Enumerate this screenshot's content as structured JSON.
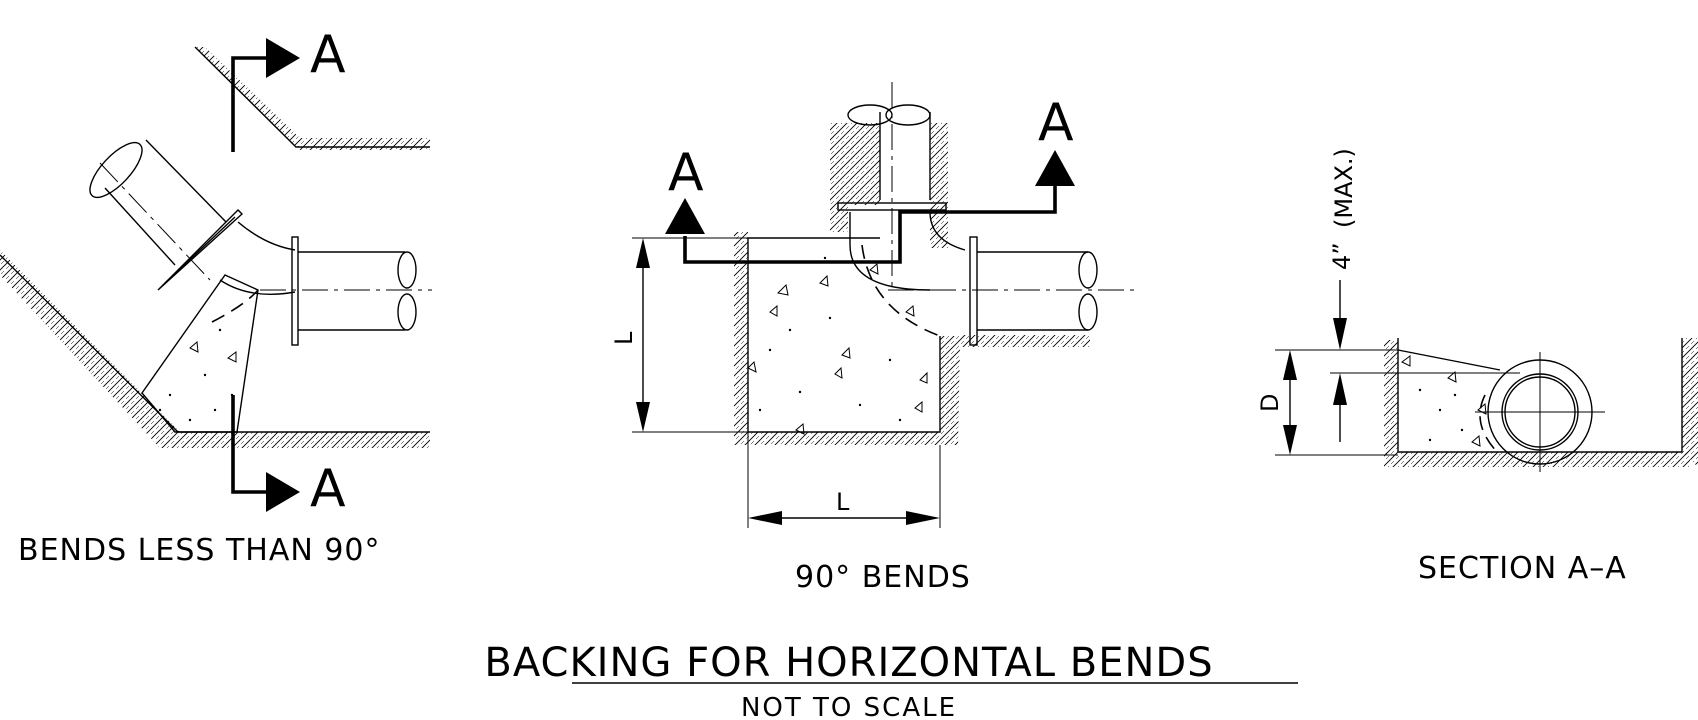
{
  "section_marks": {
    "left_top": "A",
    "left_bottom": "A",
    "center_left": "A",
    "center_right": "A"
  },
  "labels": {
    "view_left": "BENDS LESS THAN 90°",
    "view_center": "90° BENDS",
    "view_right": "SECTION A–A"
  },
  "dimensions": {
    "center_height": "L",
    "center_width": "L",
    "section_depth": "D",
    "section_clearance": "4”",
    "section_clearance_note": "(MAX.)"
  },
  "title": {
    "main": "BACKING FOR HORIZONTAL BENDS",
    "scale_note": "NOT TO SCALE"
  }
}
